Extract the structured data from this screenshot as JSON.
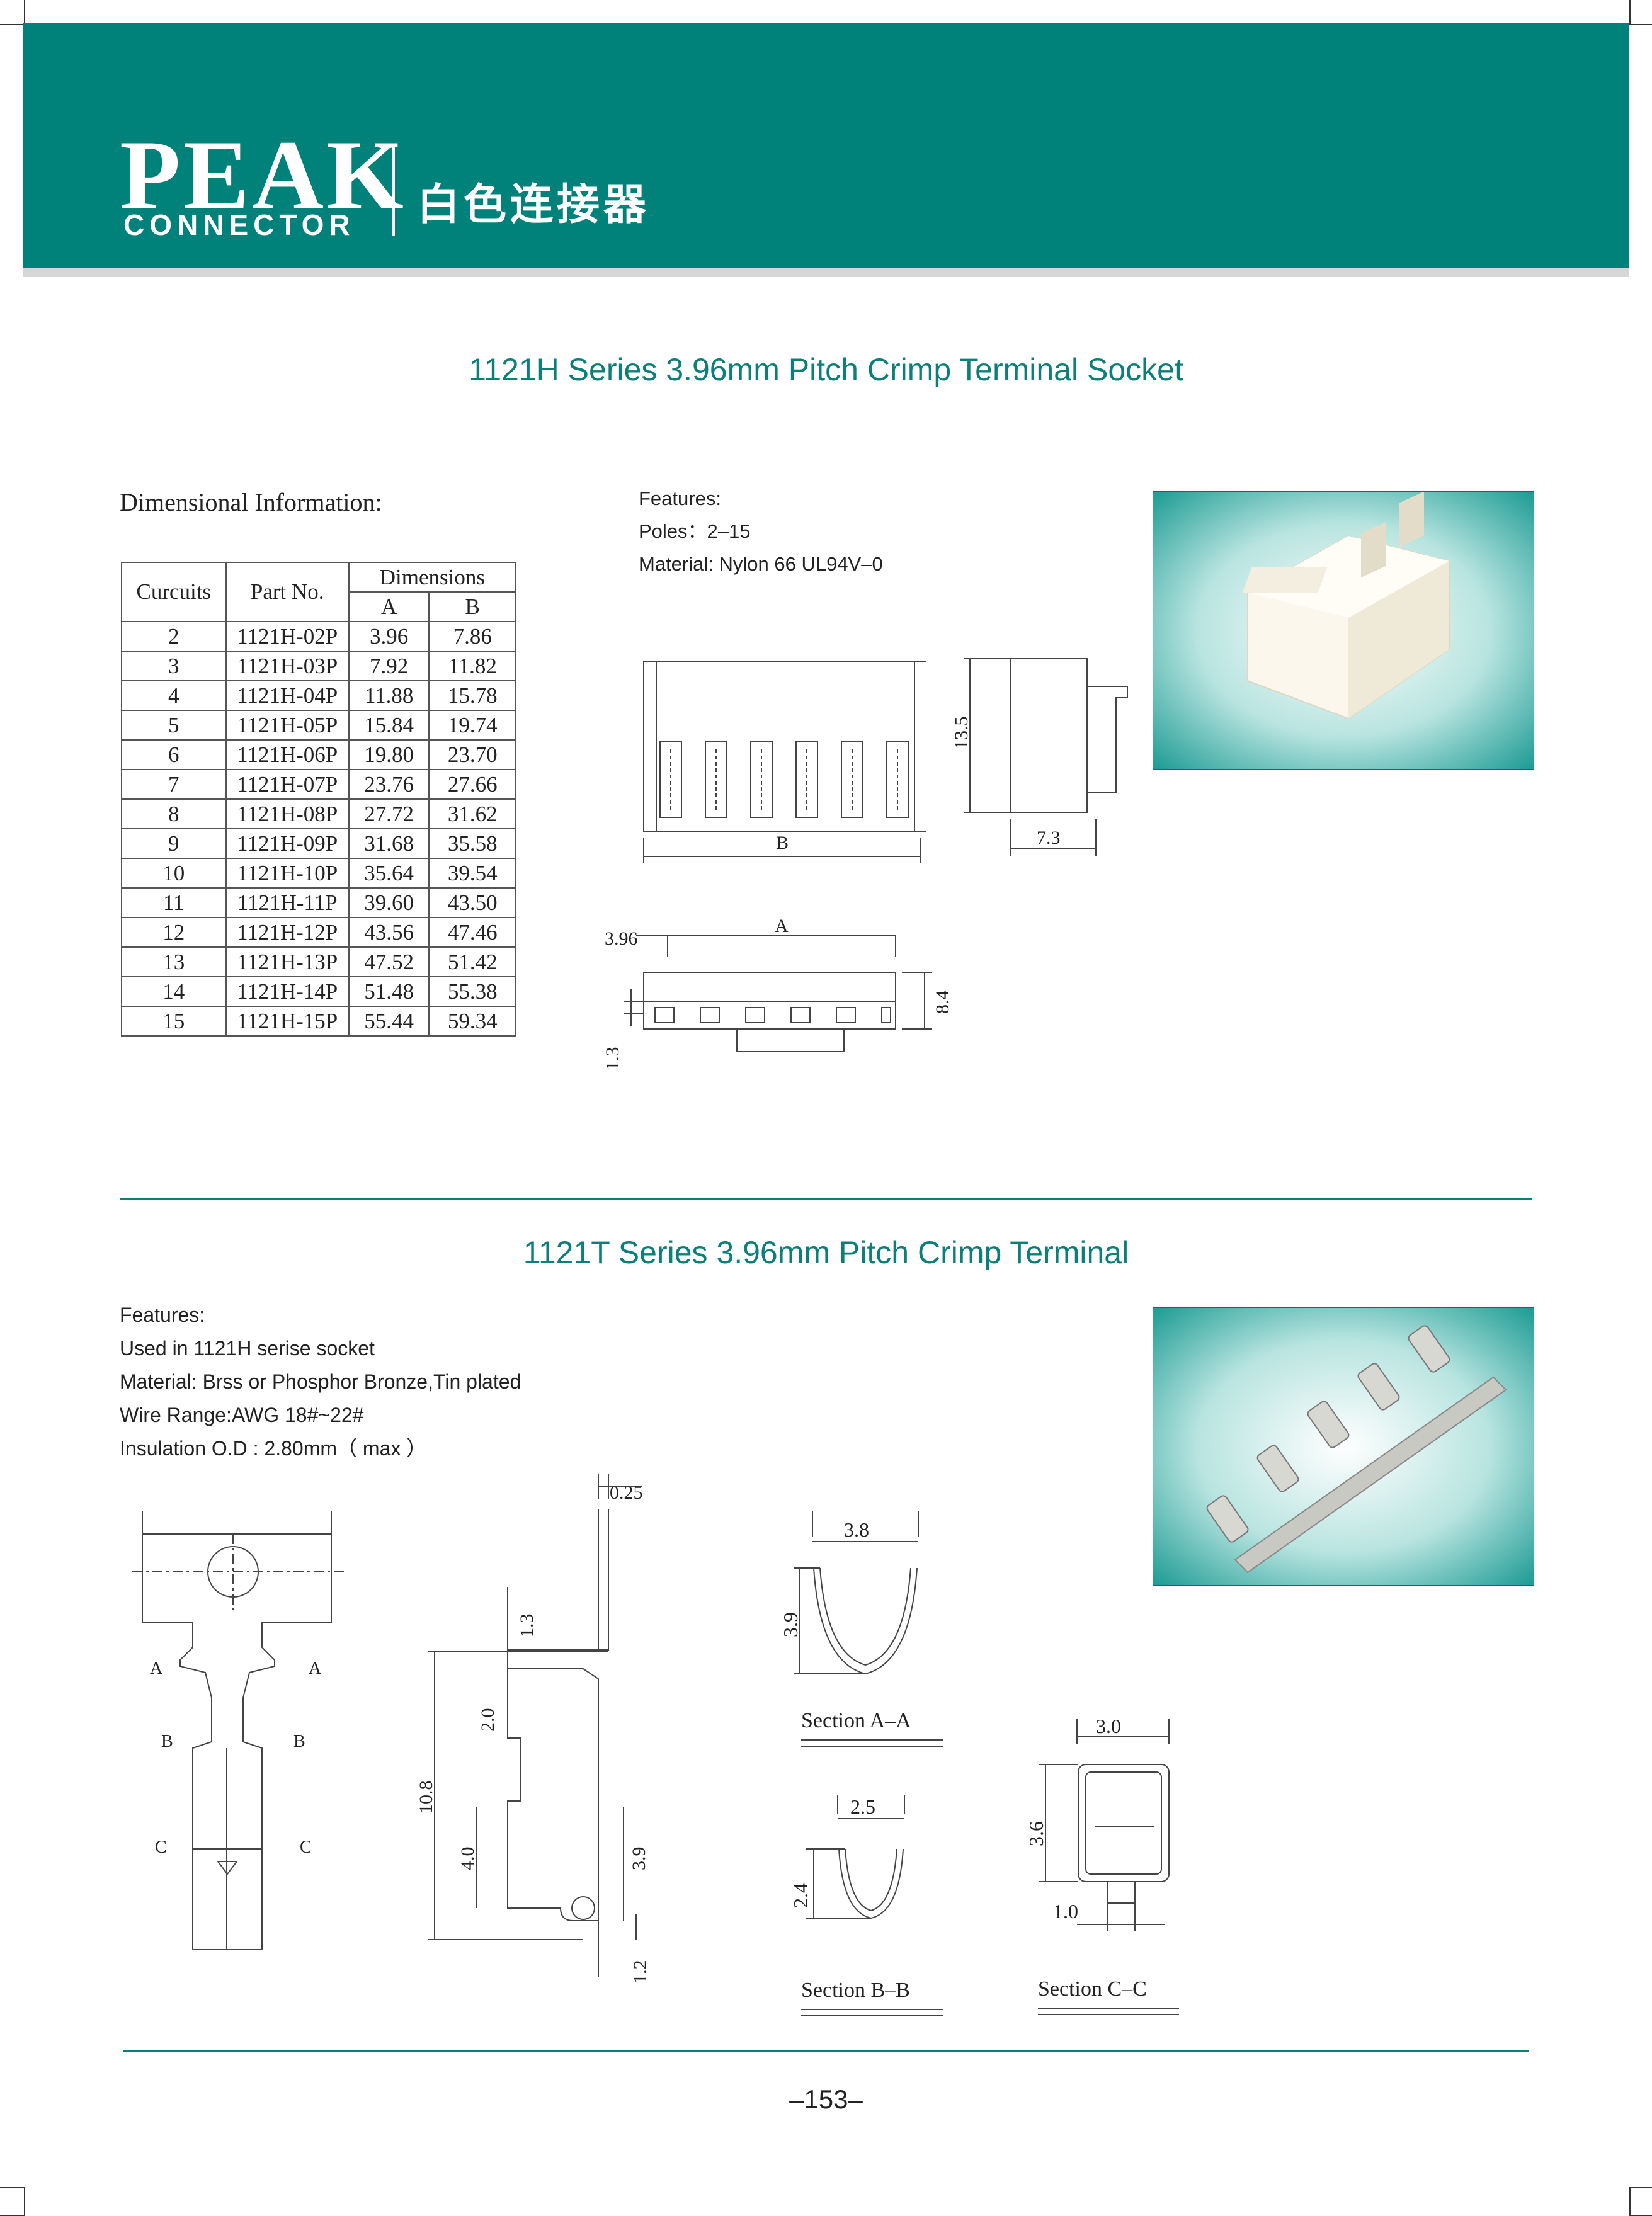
{
  "header": {
    "logo_text": "PEAK",
    "logo_sub": "CONNECTOR",
    "title_cn": "白色连接器",
    "bg_color": "#00827a"
  },
  "socket": {
    "title": "1121H Series 3.96mm Pitch Crimp Terminal Socket",
    "dim_label": "Dimensional Information:",
    "table": {
      "col_circuits": "Curcuits",
      "col_part": "Part No.",
      "col_dims": "Dimensions",
      "col_a": "A",
      "col_b": "B",
      "rows": [
        {
          "c": "2",
          "p": "1121H-02P",
          "a": "3.96",
          "b": "7.86"
        },
        {
          "c": "3",
          "p": "1121H-03P",
          "a": "7.92",
          "b": "11.82"
        },
        {
          "c": "4",
          "p": "1121H-04P",
          "a": "11.88",
          "b": "15.78"
        },
        {
          "c": "5",
          "p": "1121H-05P",
          "a": "15.84",
          "b": "19.74"
        },
        {
          "c": "6",
          "p": "1121H-06P",
          "a": "19.80",
          "b": "23.70"
        },
        {
          "c": "7",
          "p": "1121H-07P",
          "a": "23.76",
          "b": "27.66"
        },
        {
          "c": "8",
          "p": "1121H-08P",
          "a": "27.72",
          "b": "31.62"
        },
        {
          "c": "9",
          "p": "1121H-09P",
          "a": "31.68",
          "b": "35.58"
        },
        {
          "c": "10",
          "p": "1121H-10P",
          "a": "35.64",
          "b": "39.54"
        },
        {
          "c": "11",
          "p": "1121H-11P",
          "a": "39.60",
          "b": "43.50"
        },
        {
          "c": "12",
          "p": "1121H-12P",
          "a": "43.56",
          "b": "47.46"
        },
        {
          "c": "13",
          "p": "1121H-13P",
          "a": "47.52",
          "b": "51.42"
        },
        {
          "c": "14",
          "p": "1121H-14P",
          "a": "51.48",
          "b": "55.38"
        },
        {
          "c": "15",
          "p": "1121H-15P",
          "a": "55.44",
          "b": "59.34"
        }
      ]
    },
    "features": [
      "Features:",
      "Poles：2–15",
      "Material: Nylon 66 UL94V–0"
    ],
    "drawing_labels": {
      "b": "B",
      "h135": "13.5",
      "w73": "7.3",
      "pitch": "3.96",
      "a": "A",
      "h84": "8.4",
      "h13": "1.3"
    }
  },
  "terminal": {
    "title": "1121T Series 3.96mm Pitch Crimp Terminal",
    "features": [
      "Features:",
      "Used in 1121H serise socket",
      "Material: Brss or Phosphor Bronze,Tin plated",
      "Wire Range:AWG 18#~22#",
      "Insulation O.D : 2.80mm（ max ）"
    ],
    "drawing_labels": {
      "a": "A",
      "b": "B",
      "c": "C",
      "t025": "0.25",
      "d13": "1.3",
      "d20": "2.0",
      "d108": "10.8",
      "d40": "4.0",
      "d39r": "3.9",
      "d12": "1.2",
      "w38": "3.8",
      "h39": "3.9",
      "w25": "2.5",
      "h24": "2.4",
      "w30": "3.0",
      "h36": "3.6",
      "w10": "1.0",
      "sec_aa": "Section A–A",
      "sec_bb": "Section B–B",
      "sec_cc": "Section C–C"
    }
  },
  "page_number": "–153–"
}
